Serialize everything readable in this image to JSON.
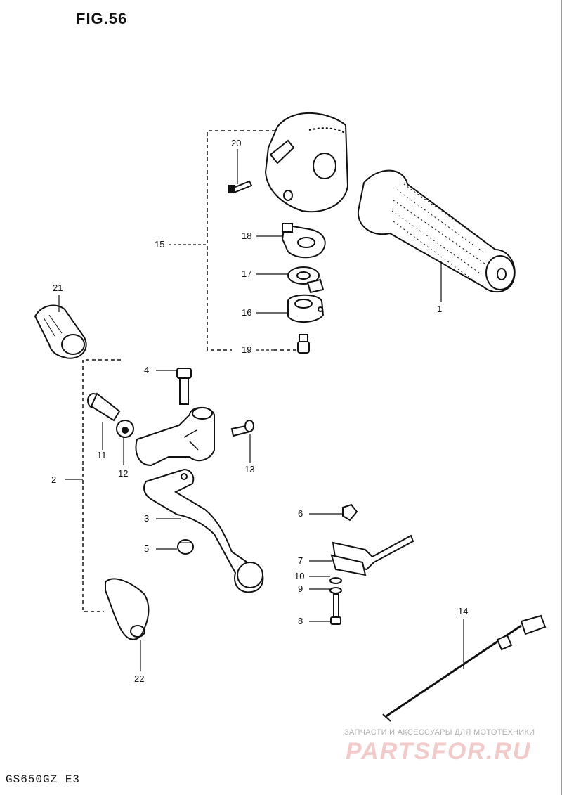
{
  "header": {
    "figure_label": "FIG.56"
  },
  "footer": {
    "model_code": "GS650GZ  E3"
  },
  "watermark": {
    "tagline": "ЗАПЧАСТИ И АКСЕССУАРЫ ДЛЯ МОТОТЕХНИКИ",
    "logo_text": "PARTSFOR.RU",
    "logo_color": "#e8a0a0"
  },
  "callouts": {
    "c1": "1",
    "c2": "2",
    "c3": "3",
    "c4": "4",
    "c5": "5",
    "c6": "6",
    "c7": "7",
    "c8": "8",
    "c9": "9",
    "c10": "10",
    "c11": "11",
    "c12": "12",
    "c13": "13",
    "c14": "14",
    "c15": "15",
    "c16": "16",
    "c17": "17",
    "c18": "18",
    "c19": "19",
    "c20": "20",
    "c21": "21",
    "c22": "22"
  }
}
